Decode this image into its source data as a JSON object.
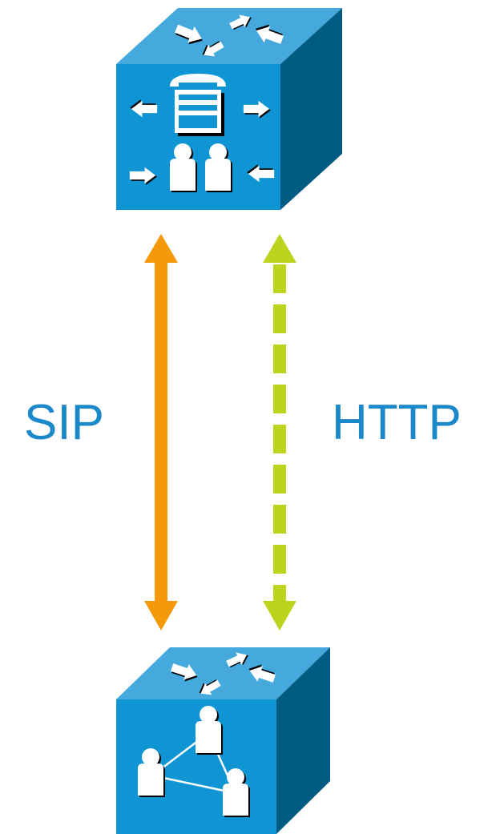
{
  "diagram": {
    "nodes": [
      {
        "id": "top",
        "icon": "call-control-server-icon"
      },
      {
        "id": "bottom",
        "icon": "presence-server-icon"
      }
    ],
    "links": [
      {
        "label": "SIP",
        "style": "solid",
        "direction": "bidirectional",
        "color": "#F49A0A"
      },
      {
        "label": "HTTP",
        "style": "dashed",
        "direction": "bidirectional",
        "color": "#BDD41E"
      }
    ]
  },
  "colors": {
    "cube_top": "#45A9DE",
    "cube_front": "#0F95D3",
    "cube_side": "#005B83",
    "label_text": "#1A88C9",
    "glyph": "#FFFFFF"
  }
}
